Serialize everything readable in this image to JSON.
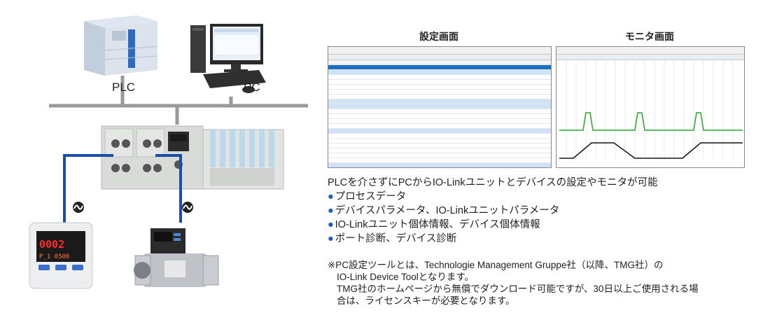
{
  "labels": {
    "plc": "PLC",
    "pc": "PC",
    "settings_screen": "設定画面",
    "monitor_screen": "モニタ画面"
  },
  "description": "PLCを介さずにPCからIO-Linkユニットとデバイスの設定やモニタが可能",
  "bullets": [
    "プロセスデータ",
    "デバイスパラメータ、IO-Linkユニットパラメータ",
    "IO-Linkユニット個体情報、デバイス個体情報",
    "ポート診断、デバイス診断"
  ],
  "note": {
    "line1": "※PC設定ツールとは、Technologie Management Gruppe社（以降、TMG社）の",
    "line2": "IO-Link Device Toolとなります。",
    "line3": "TMG社のホームページから無償でダウンロード可能ですが、30日以上ご使用される場",
    "line4": "合は、ライセンスキーが必要となります。"
  },
  "devices": {
    "pressure_display_digits": "0002",
    "pressure_display_sub": "P_1 0500"
  },
  "colors": {
    "cable_blue": "#1c4ea8",
    "bus_gray": "#9a9a9a",
    "waveform_green": "#2aa52a",
    "selection_blue": "#1c6fbf"
  },
  "icons": {
    "io_link_symbol": "io-link-icon"
  }
}
